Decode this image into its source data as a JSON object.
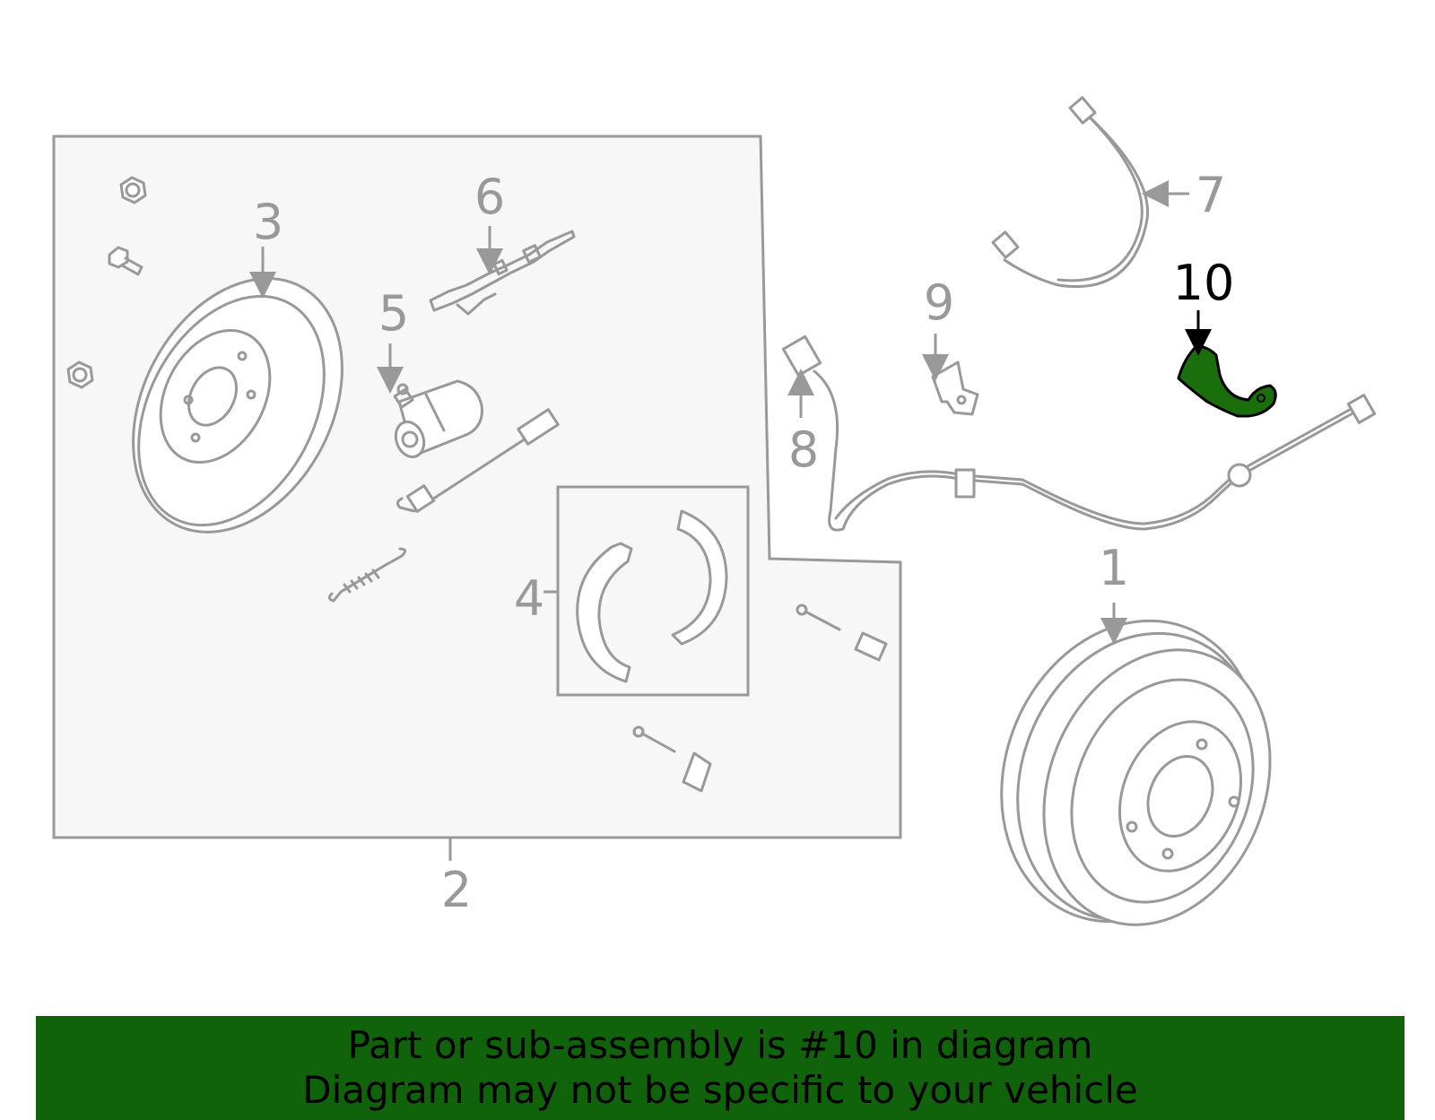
{
  "colors": {
    "highlight": "#1a6e0c",
    "banner_bg": "#10630a",
    "line": "#999999",
    "panel_fill": "#f7f7f7"
  },
  "callouts": {
    "c1": "1",
    "c2": "2",
    "c3": "3",
    "c4": "4",
    "c5": "5",
    "c6": "6",
    "c7": "7",
    "c8": "8",
    "c9": "9",
    "c10": "10"
  },
  "banner": {
    "line1": "Part or sub-assembly is #10 in diagram",
    "line2": "Diagram may not be specific to your vehicle"
  }
}
